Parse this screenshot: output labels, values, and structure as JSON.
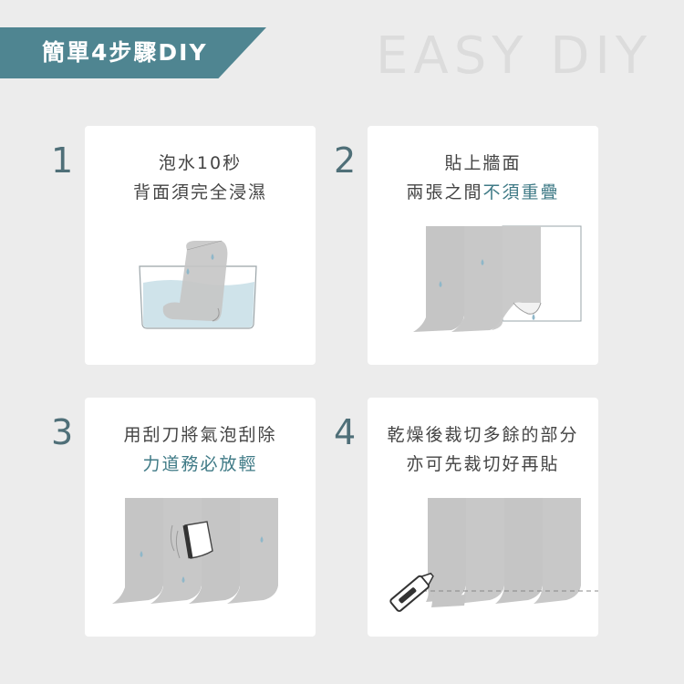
{
  "header": {
    "title": "簡單4步驟DIY",
    "watermark": "EASY DIY"
  },
  "colors": {
    "accent": "#4f8591",
    "text": "#444444",
    "sheet": "#c8c8c8",
    "water": "#cfe3ea",
    "drop": "#8fb7c9"
  },
  "steps": [
    {
      "number": "1",
      "line1": "泡水10秒",
      "line2_plain": "背面須完全浸濕",
      "line2_accent": ""
    },
    {
      "number": "2",
      "line1": "貼上牆面",
      "line2_plain": "兩張之間",
      "line2_accent": "不須重疊"
    },
    {
      "number": "3",
      "line1": "用刮刀將氣泡刮除",
      "line2_plain": "",
      "line2_accent": "力道務必放輕"
    },
    {
      "number": "4",
      "line1": "乾燥後裁切多餘的部分",
      "line2_plain": "亦可先裁切好再貼",
      "line2_accent": ""
    }
  ]
}
